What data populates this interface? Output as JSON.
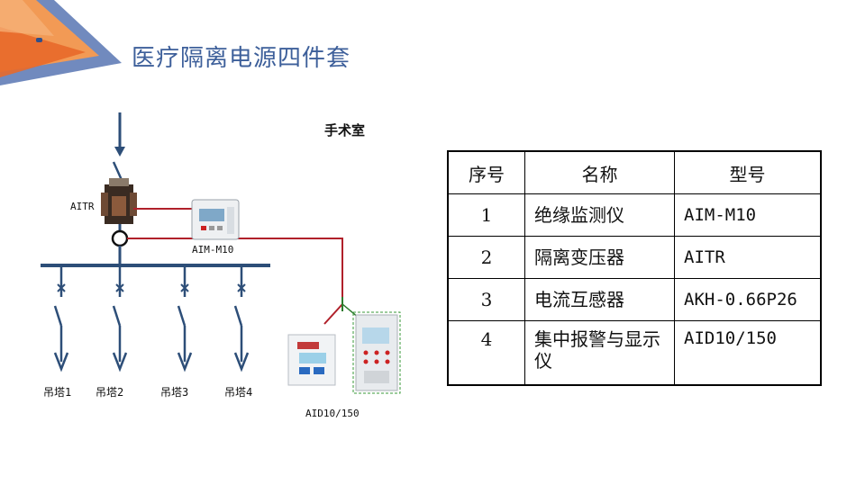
{
  "title": "医疗隔离电源四件套",
  "diagram": {
    "room_label": "手术室",
    "transformer_label": "AITR",
    "monitor_label": "AIM-M10",
    "display_label": "AID10/150",
    "feeders": [
      "吊塔1",
      "吊塔2",
      "吊塔3",
      "吊塔4"
    ]
  },
  "table": {
    "headers": [
      "序号",
      "名称",
      "型号"
    ],
    "rows": [
      {
        "no": "1",
        "name": "绝缘监测仪",
        "model": "AIM-M10"
      },
      {
        "no": "2",
        "name": "隔离变压器",
        "model": "AITR"
      },
      {
        "no": "3",
        "name": "电流互感器",
        "model": "AKH-0.66P26"
      },
      {
        "no": "4",
        "name": "集中报警与显示仪",
        "model": "AID10/150"
      }
    ]
  },
  "colors": {
    "title": "#3d5f9a",
    "bus": "#2d4e78",
    "wire": "#b0202a",
    "deco_blue": "#4a69a8",
    "deco_orange": "#f08a3c"
  }
}
